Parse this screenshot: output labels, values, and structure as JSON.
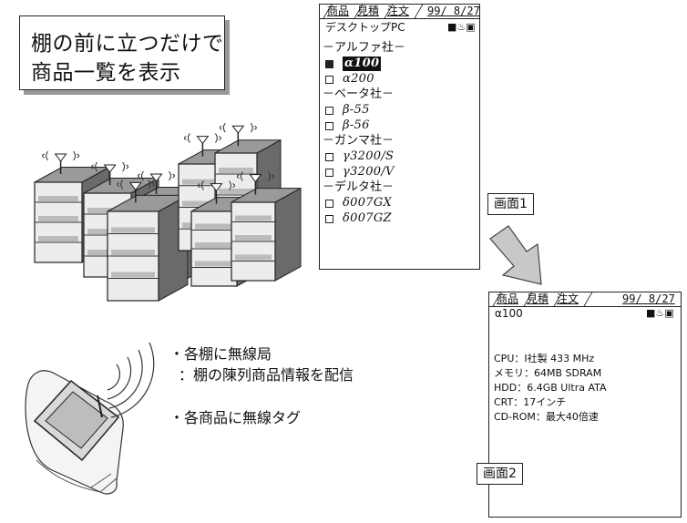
{
  "caption": {
    "line1": "棚の前に立つだけで",
    "line2": "商品一覧を表示"
  },
  "screen1": {
    "tabs": [
      "商品",
      "見積",
      "注文"
    ],
    "date": "99/ 8/27",
    "subtitle": "デスクトップPC",
    "status_icons": "■♨▣",
    "groups": [
      {
        "company": "－アルファ社－",
        "items": [
          {
            "name": "α100",
            "checked": true,
            "highlighted": true
          },
          {
            "name": "α200",
            "checked": false
          }
        ]
      },
      {
        "company": "－ベータ社－",
        "items": [
          {
            "name": "β-55",
            "checked": false
          },
          {
            "name": "β-56",
            "checked": false
          }
        ]
      },
      {
        "company": "－ガンマ社－",
        "items": [
          {
            "name": "γ3200/S",
            "checked": false
          },
          {
            "name": "γ3200/V",
            "checked": false
          }
        ]
      },
      {
        "company": "－デルタ社－",
        "items": [
          {
            "name": "δ007GX",
            "checked": false
          },
          {
            "name": "δ007GZ",
            "checked": false
          }
        ]
      }
    ],
    "label": "画面1"
  },
  "screen2": {
    "tabs": [
      "商品",
      "見積",
      "注文"
    ],
    "date": "99/ 8/27",
    "subtitle": "α100",
    "status_icons": "■♨▣",
    "specs": [
      "CPU：I社製 433 MHz",
      "メモリ：64MB SDRAM",
      "HDD：6.4GB Ultra ATA",
      "CRT：17インチ",
      "CD-ROM：最大40倍速"
    ],
    "label": "画面2"
  },
  "bullets": {
    "b1": "・各棚に無線局",
    "b1_sub": "：棚の陳列商品情報を配信",
    "b2": "・各商品に無線タグ"
  },
  "icons": {
    "antenna": "radio-antenna-icon",
    "handheld": "handheld-terminal-icon",
    "arrow": "down-right-arrow-icon"
  }
}
